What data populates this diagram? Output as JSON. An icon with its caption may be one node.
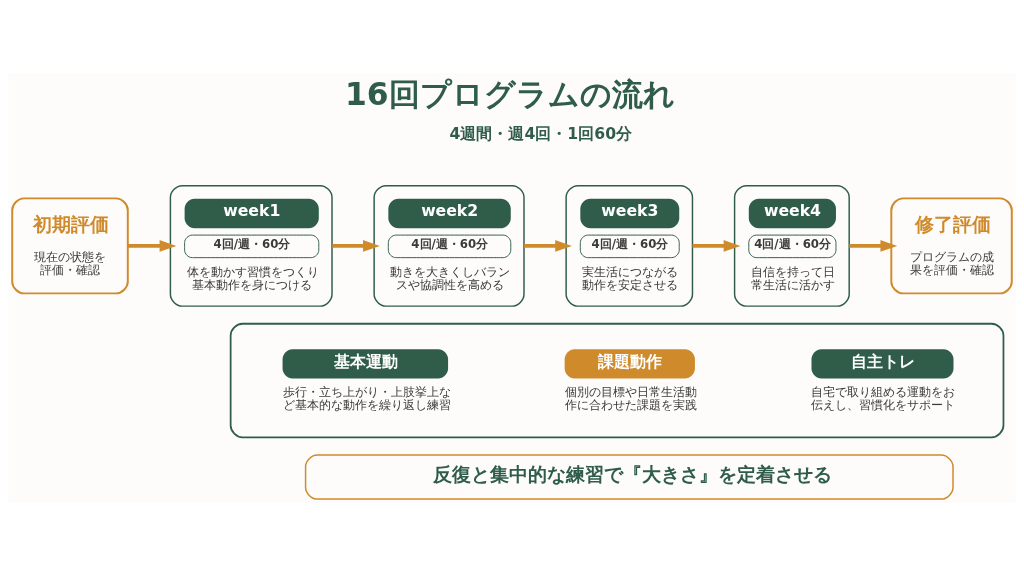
{
  "diagram": {
    "title": "16回プログラムの流れ",
    "nodes": [
      {
        "text": [
          "初期評価",
          "現在の状態を評価・確認"
        ]
      },
      {
        "text": [
          "week1",
          "4回/週・60分",
          "体を動かす習慣をつくり基本動作を身につける"
        ]
      },
      {
        "text": [
          "week2",
          "4回/週・60分",
          "動きを大きくしバランスや協調性を高める"
        ]
      },
      {
        "text": [
          "week3",
          "4回/週・60分",
          "実生活につながる動作を安定させる"
        ]
      },
      {
        "text": [
          "week4",
          "4回/週・60分",
          "自信を持って日常生活に活かす"
        ]
      },
      {
        "text": [
          "修了評価",
          "プログラムの成果を評価・確認"
        ]
      },
      {
        "text": [],
        "shape": "box"
      },
      {
        "text": [
          "基本運動",
          "歩行・立ち上がり・上肢挙上など基本的な動作を繰り返し練習"
        ],
        "in": 6
      },
      {
        "text": [
          "課題動作",
          "個別の目標や日常生活動作に合わせた課題を実践"
        ],
        "in": 6
      },
      {
        "text": [
          "自主トレ",
          "自宅で取り組める運動をお伝えし、習慣化をサポート"
        ],
        "in": 6
      },
      {
        "text": [
          "反復と集中的な練習で『大きさ』を定着させる"
        ]
      }
    ],
    "edges": [
      {
        "from": 0,
        "to": 1,
        "arrow": "to"
      },
      {
        "from": 1,
        "to": 2,
        "arrow": "to"
      },
      {
        "from": 2,
        "to": 3,
        "arrow": "to"
      },
      {
        "from": 3,
        "to": 4,
        "arrow": "to"
      },
      {
        "from": 4,
        "to": 5,
        "arrow": "to"
      }
    ],
    "labels": [
      "4週間・週4回・1回60分"
    ]
  }
}
